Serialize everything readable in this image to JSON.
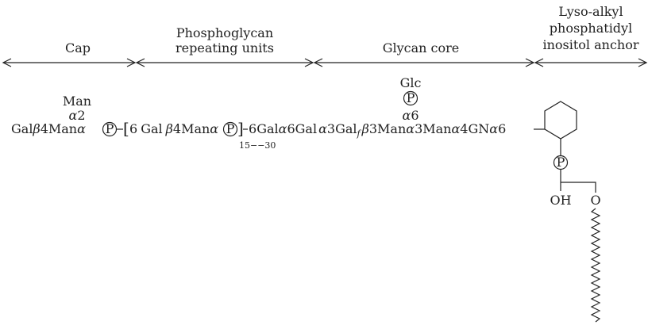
{
  "headers": {
    "cap": "Cap",
    "phosphoglycan": [
      "Phosphoglycan",
      "repeating units"
    ],
    "core": "Glycan core",
    "anchor": [
      "Lyso-alkyl",
      "phosphatidyl",
      "inositol anchor"
    ]
  },
  "branches": {
    "man": {
      "sugar": "Man",
      "alpha": "α",
      "pos": "2"
    },
    "glc": {
      "sugar": "Glc",
      "phos": "P",
      "alpha": "α",
      "pos": "6"
    }
  },
  "chain": {
    "cap": {
      "gal": "Gal",
      "beta": "β",
      "link": "4",
      "man": "Man",
      "alpha": "α",
      "phos": "P"
    },
    "repeat": {
      "open": "[",
      "num": "6",
      "gal": "Gal",
      "beta": "β",
      "link": "4",
      "man": "Man",
      "alpha": "α",
      "phos": "P",
      "close": "]",
      "subscript": "15−−30"
    },
    "core": {
      "s1": "6",
      "gal1": "Gal",
      "a1": "α",
      "n1": "6",
      "gal2": "Gal",
      "a2": "α",
      "n2": "3",
      "gal3": "Gal",
      "f": "f",
      "b3": "β",
      "n3": "3",
      "man1": "Man",
      "a4": "α",
      "n4": "3",
      "man2": "Man",
      "a5": "α",
      "n5": "4",
      "gn": "GN",
      "a6": "α",
      "n6": "6"
    }
  },
  "anchor": {
    "phos": "P",
    "oh": "OH",
    "o": "O"
  }
}
